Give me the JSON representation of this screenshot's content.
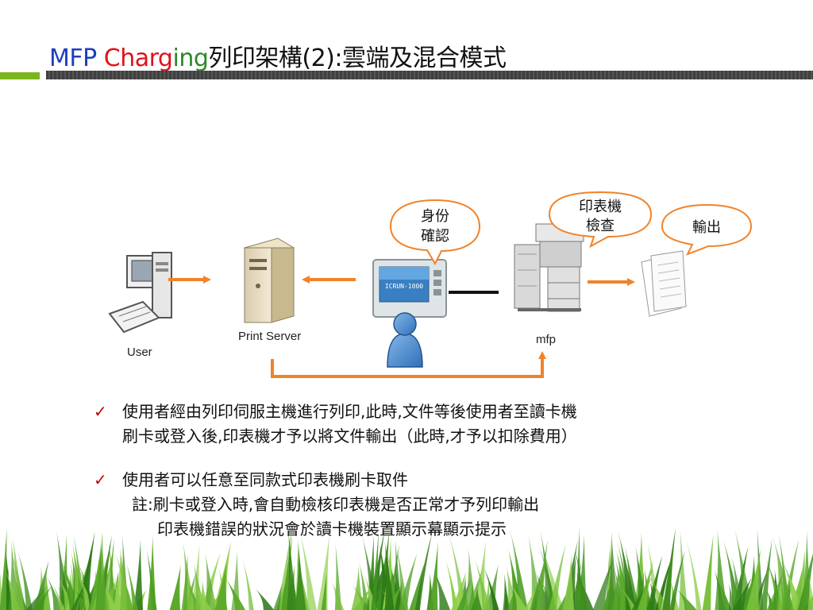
{
  "title": {
    "part1": "MFP ",
    "part2": "Charg",
    "part3": "ing",
    "part4": "列印架構(2):雲端及混合模式"
  },
  "diagram": {
    "labels": {
      "user": "User",
      "server": "Print Server",
      "mfp": "mfp"
    },
    "bubbles": {
      "identity_line1": "身份",
      "identity_line2": "確認",
      "check_line1": "印表機",
      "check_line2": "檢查",
      "output": "輸出"
    },
    "card_reader_screen": "ICRUN-1000",
    "colors": {
      "arrow": "#f0832a",
      "bubble_border": "#f0832a",
      "person": "#4d8fd6"
    }
  },
  "bullets": [
    {
      "icon": "check-icon",
      "line1": "使用者經由列印伺服主機進行列印,此時,文件等後使用者至讀卡機",
      "line2": "刷卡或登入後,印表機才予以將文件輸出（此時,才予以扣除費用）"
    },
    {
      "icon": "check-icon",
      "line1": "使用者可以任意至同款式印表機刷卡取件",
      "note1": "註:刷卡或登入時,會自動檢核印表機是否正常才予列印輸出",
      "note2": "印表機錯誤的狀況會於讀卡機裝置顯示幕顯示提示"
    }
  ]
}
